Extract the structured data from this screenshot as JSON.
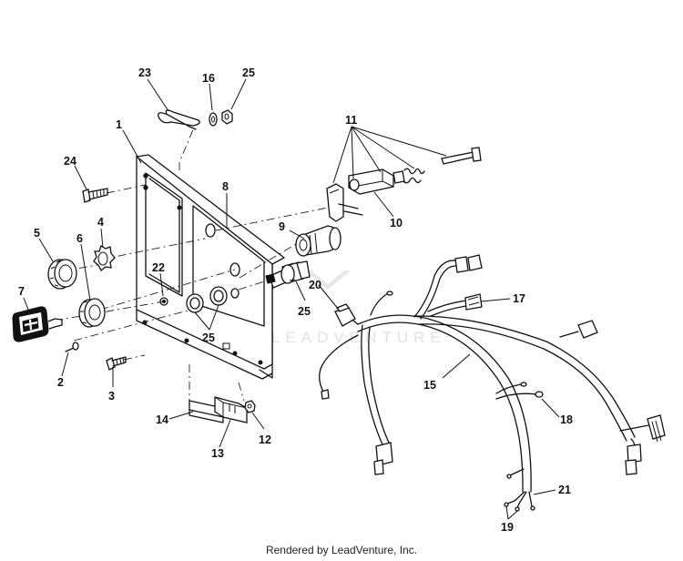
{
  "callouts": [
    "23",
    "16",
    "25",
    "1",
    "11",
    "24",
    "8",
    "9",
    "10",
    "5",
    "4",
    "6",
    "22",
    "7",
    "20",
    "17",
    "25",
    "25",
    "2",
    "3",
    "15",
    "14",
    "12",
    "13",
    "18",
    "21",
    "19"
  ],
  "watermark": "LEADVENTURE",
  "footer": "Rendered by LeadVenture, Inc."
}
